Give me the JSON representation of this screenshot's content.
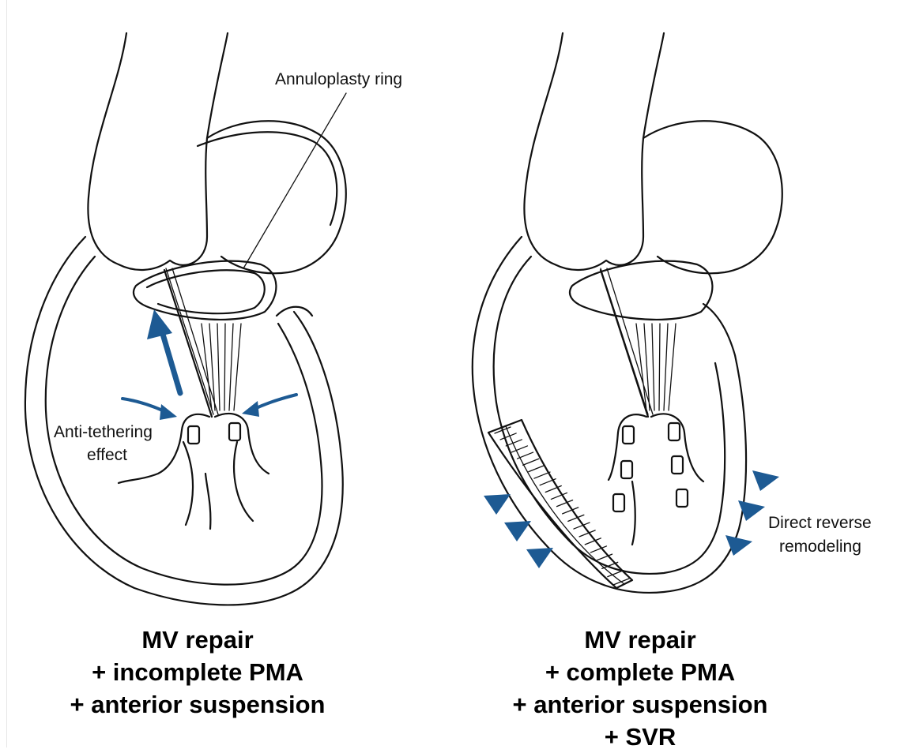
{
  "labels": {
    "annuloplasty": "Annuloplasty ring",
    "anti_tethering_1": "Anti-tethering",
    "anti_tethering_2": "effect",
    "direct_reverse_1": "Direct reverse",
    "direct_reverse_2": "remodeling"
  },
  "captions": {
    "left": [
      "MV repair",
      "+ incomplete PMA",
      "+ anterior suspension"
    ],
    "right": [
      "MV repair",
      "+ complete PMA",
      "+ anterior suspension",
      "+ SVR"
    ]
  },
  "colors": {
    "arrow": "#1d5a93",
    "outline": "#111111"
  },
  "icons": {
    "tether_arrows": "curved-arrow-icon",
    "lift_arrow": "up-arrow-icon",
    "remodeling_markers": "triangle-marker-icon"
  }
}
